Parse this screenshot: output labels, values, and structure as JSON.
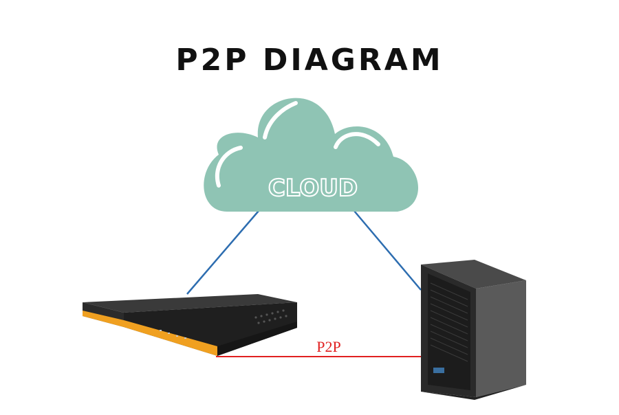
{
  "title": "P2P DIAGRAM",
  "cloud": {
    "label": "CLOUD",
    "color": "#8fc4b4"
  },
  "link_label": "P2P",
  "colors": {
    "uplink": "#2d6db0",
    "p2p_link": "#e02020",
    "router_accent": "#f0a020"
  }
}
